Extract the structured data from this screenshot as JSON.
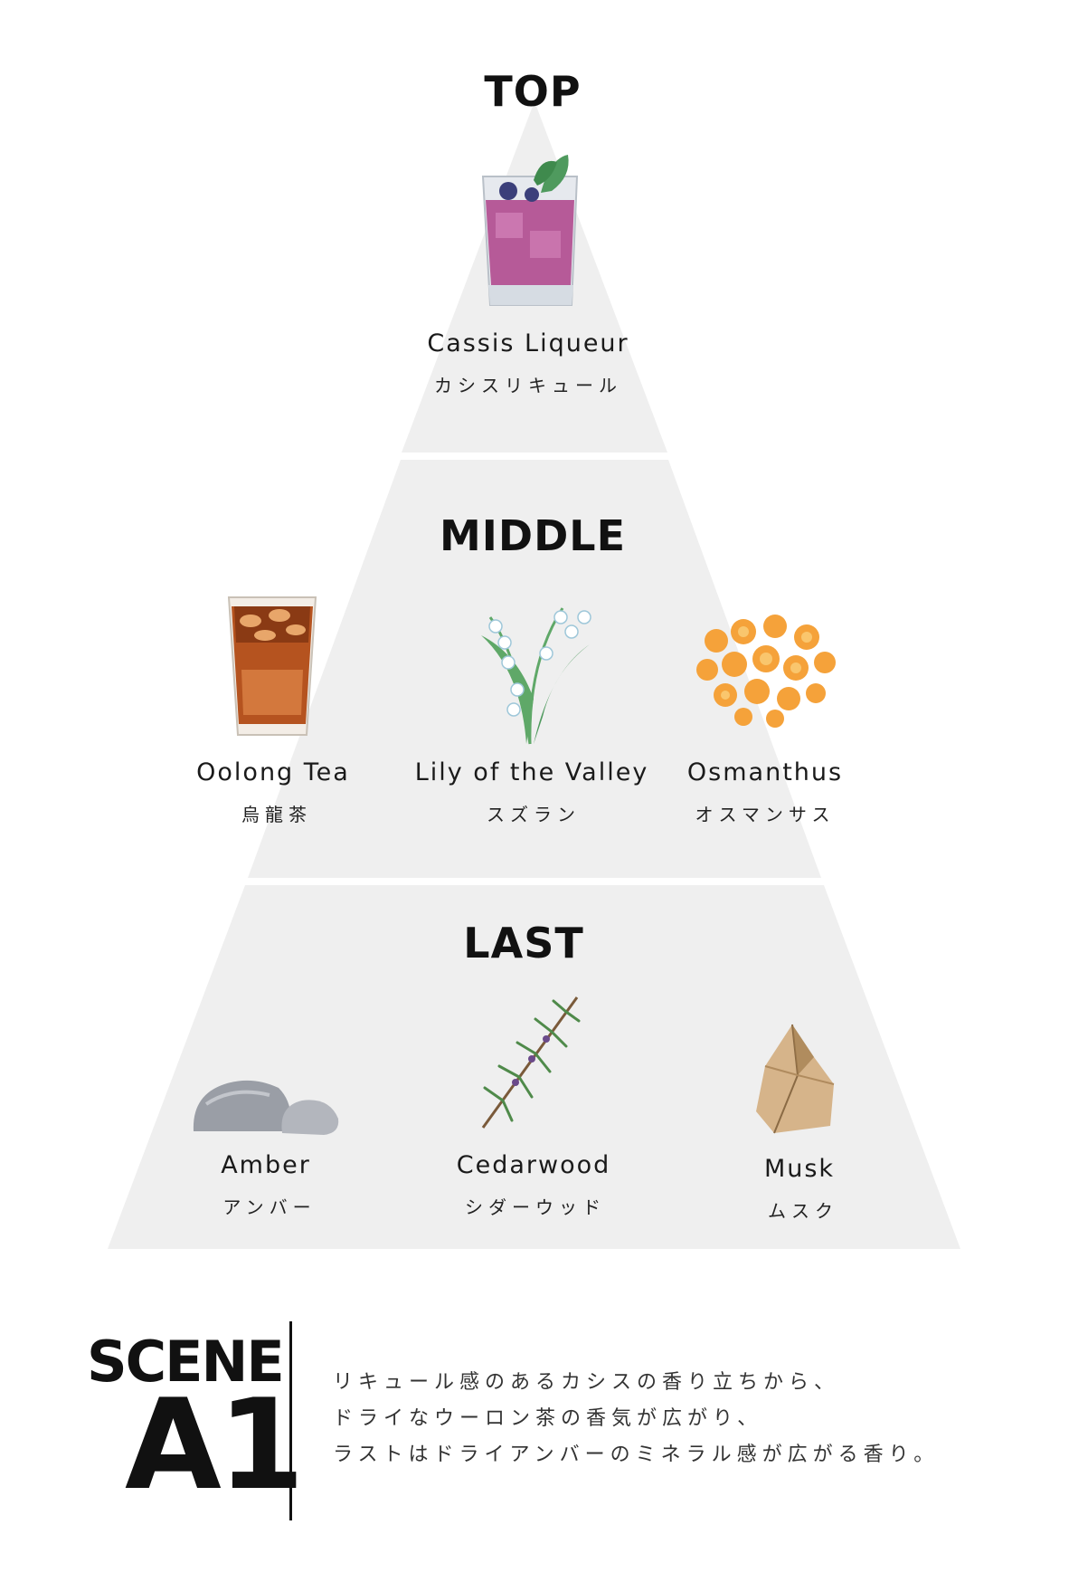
{
  "tiers": {
    "top": {
      "title": "TOP",
      "notes": [
        {
          "en": "Cassis Liqueur",
          "jp": "カシスリキュール",
          "icon": "cassis-glass-icon"
        }
      ]
    },
    "middle": {
      "title": "MIDDLE",
      "notes": [
        {
          "en": "Oolong Tea",
          "jp": "烏龍茶",
          "icon": "oolong-tea-glass-icon"
        },
        {
          "en": "Lily of the Valley",
          "jp": "スズラン",
          "icon": "lily-of-the-valley-icon"
        },
        {
          "en": "Osmanthus",
          "jp": "オスマンサス",
          "icon": "osmanthus-flowers-icon"
        }
      ]
    },
    "last": {
      "title": "LAST",
      "notes": [
        {
          "en": "Amber",
          "jp": "アンバー",
          "icon": "stones-icon"
        },
        {
          "en": "Cedarwood",
          "jp": "シダーウッド",
          "icon": "cedar-sprig-icon"
        },
        {
          "en": "Musk",
          "jp": "ムスク",
          "icon": "crystal-icon"
        }
      ]
    }
  },
  "scene": {
    "label": "SCENE",
    "code": "A1",
    "description": [
      "リキュール感のあるカシスの香り立ちから、",
      "ドライなウーロン茶の香気が広がり、",
      "ラストはドライアンバーのミネラル感が広がる香り。"
    ]
  },
  "colors": {
    "pyramid": "#efefef",
    "text": "#111111"
  }
}
